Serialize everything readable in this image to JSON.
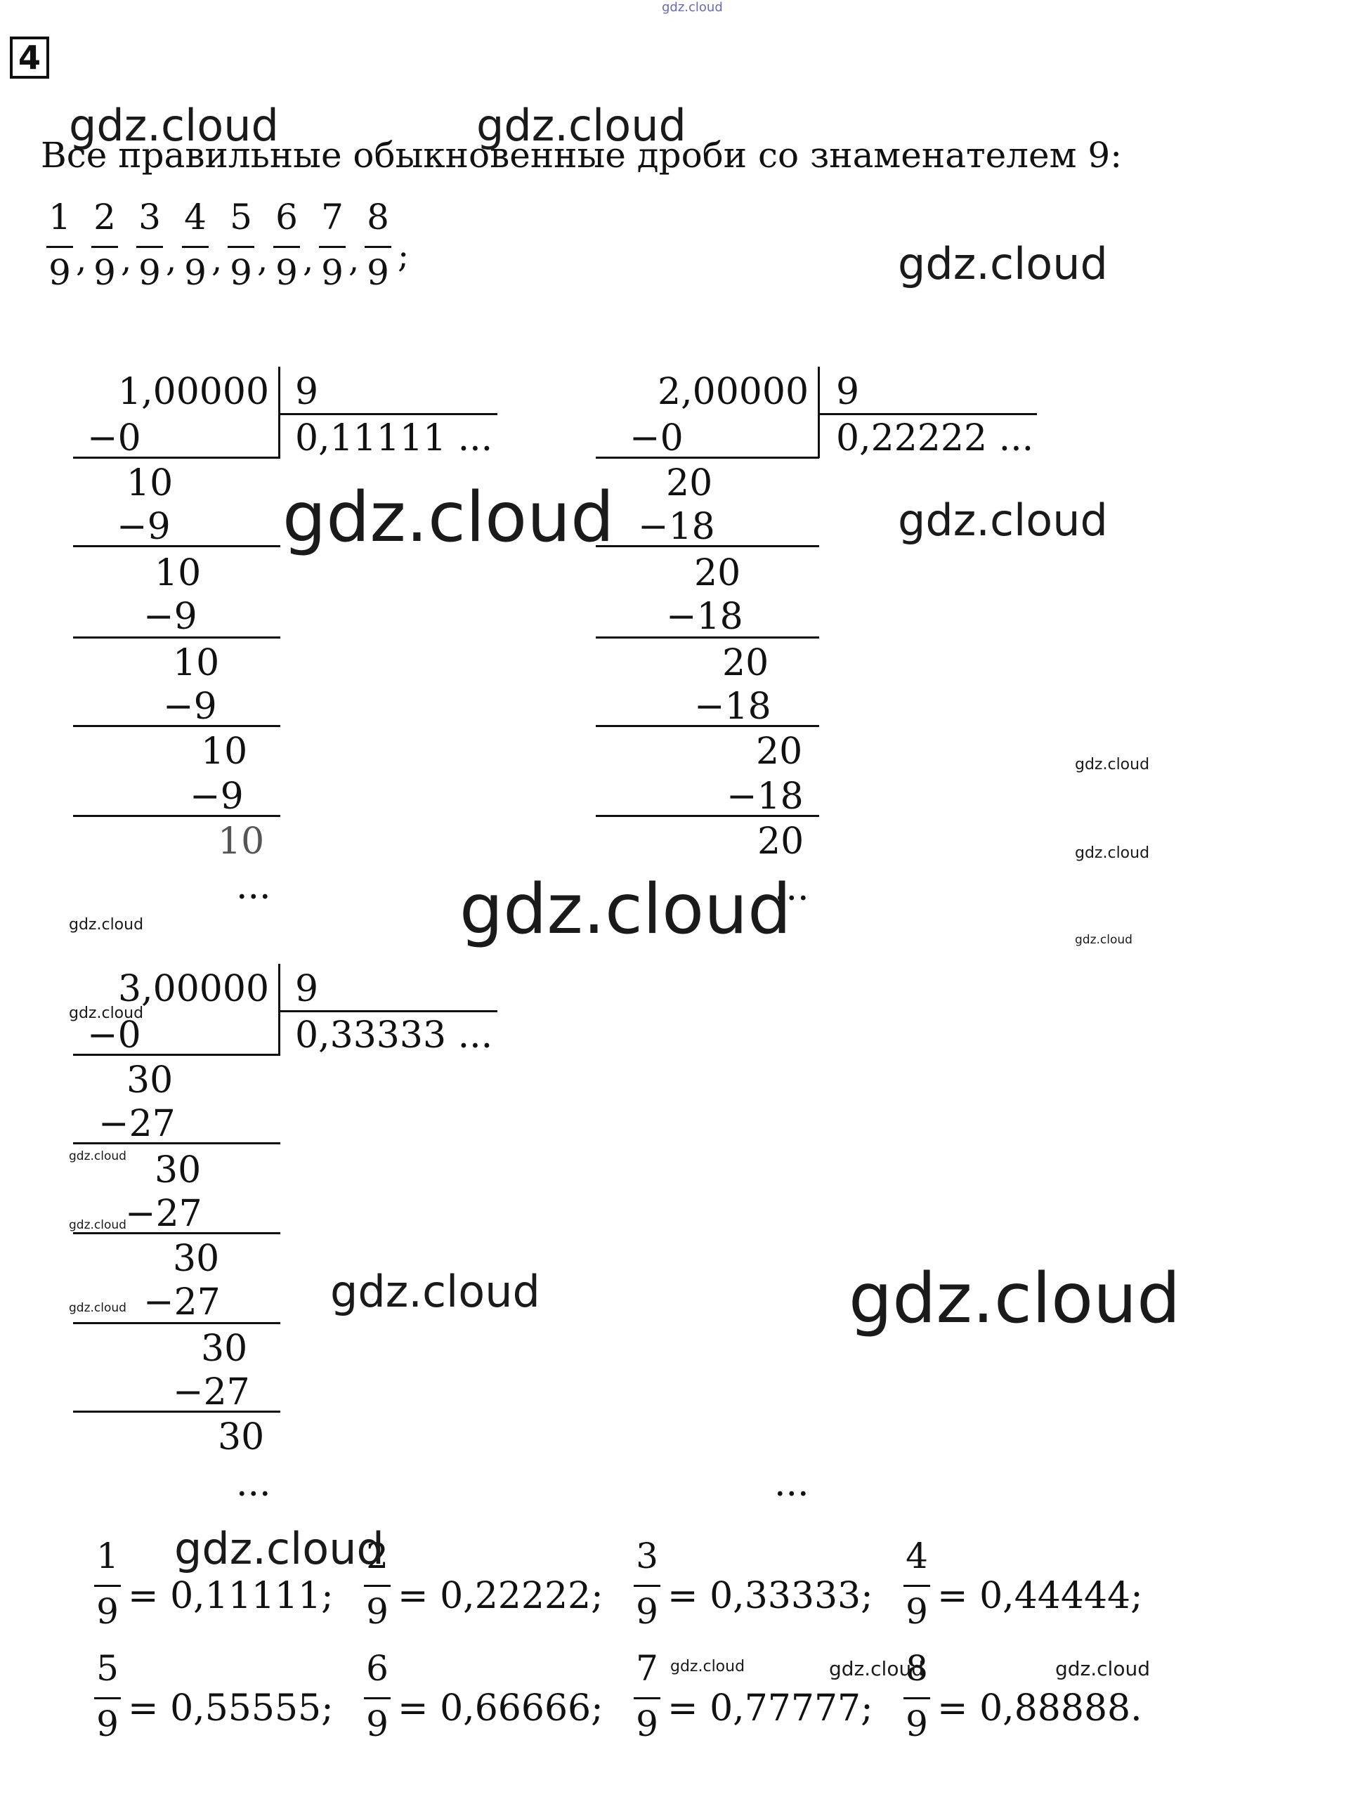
{
  "top_watermark": "gdz.cloud",
  "task_number": "4",
  "watermark": "gdz.cloud",
  "intro": "Все правильные обыкновенные дроби со знаменателем 9:",
  "fractions": [
    {
      "num": "1",
      "den": "9"
    },
    {
      "num": "2",
      "den": "9"
    },
    {
      "num": "3",
      "den": "9"
    },
    {
      "num": "4",
      "den": "9"
    },
    {
      "num": "5",
      "den": "9"
    },
    {
      "num": "6",
      "den": "9"
    },
    {
      "num": "7",
      "den": "9"
    },
    {
      "num": "8",
      "den": "9"
    }
  ],
  "list_end": ";",
  "divisions": [
    {
      "dividend": "1,00000",
      "divisor": "9",
      "quotient": "0,11111 ...",
      "steps": [
        "−0",
        "10",
        "−9",
        "10",
        "−9",
        "10",
        "−9",
        "10",
        "−9",
        "10"
      ],
      "ellipsis": "..."
    },
    {
      "dividend": "2,00000",
      "divisor": "9",
      "quotient": "0,22222 ...",
      "steps": [
        "−0",
        "20",
        "−18",
        "20",
        "−18",
        "20",
        "−18",
        "20",
        "−18",
        "20"
      ],
      "ellipsis": "..."
    },
    {
      "dividend": "3,00000",
      "divisor": "9",
      "quotient": "0,33333 ...",
      "steps": [
        "−0",
        "30",
        "−27",
        "30",
        "−27",
        "30",
        "−27",
        "30",
        "−27",
        "30"
      ],
      "ellipsis": "..."
    }
  ],
  "results": [
    {
      "num": "1",
      "den": "9",
      "value": "= 0,11111;"
    },
    {
      "num": "2",
      "den": "9",
      "value": "= 0,22222;"
    },
    {
      "num": "3",
      "den": "9",
      "value": "= 0,33333;"
    },
    {
      "num": "4",
      "den": "9",
      "value": "= 0,44444;"
    },
    {
      "num": "5",
      "den": "9",
      "value": "= 0,55555;"
    },
    {
      "num": "6",
      "den": "9",
      "value": "= 0,66666;"
    },
    {
      "num": "7",
      "den": "9",
      "value": "= 0,77777;"
    },
    {
      "num": "8",
      "den": "9",
      "value": "= 0,88888."
    }
  ],
  "middle_ellipsis": "..."
}
